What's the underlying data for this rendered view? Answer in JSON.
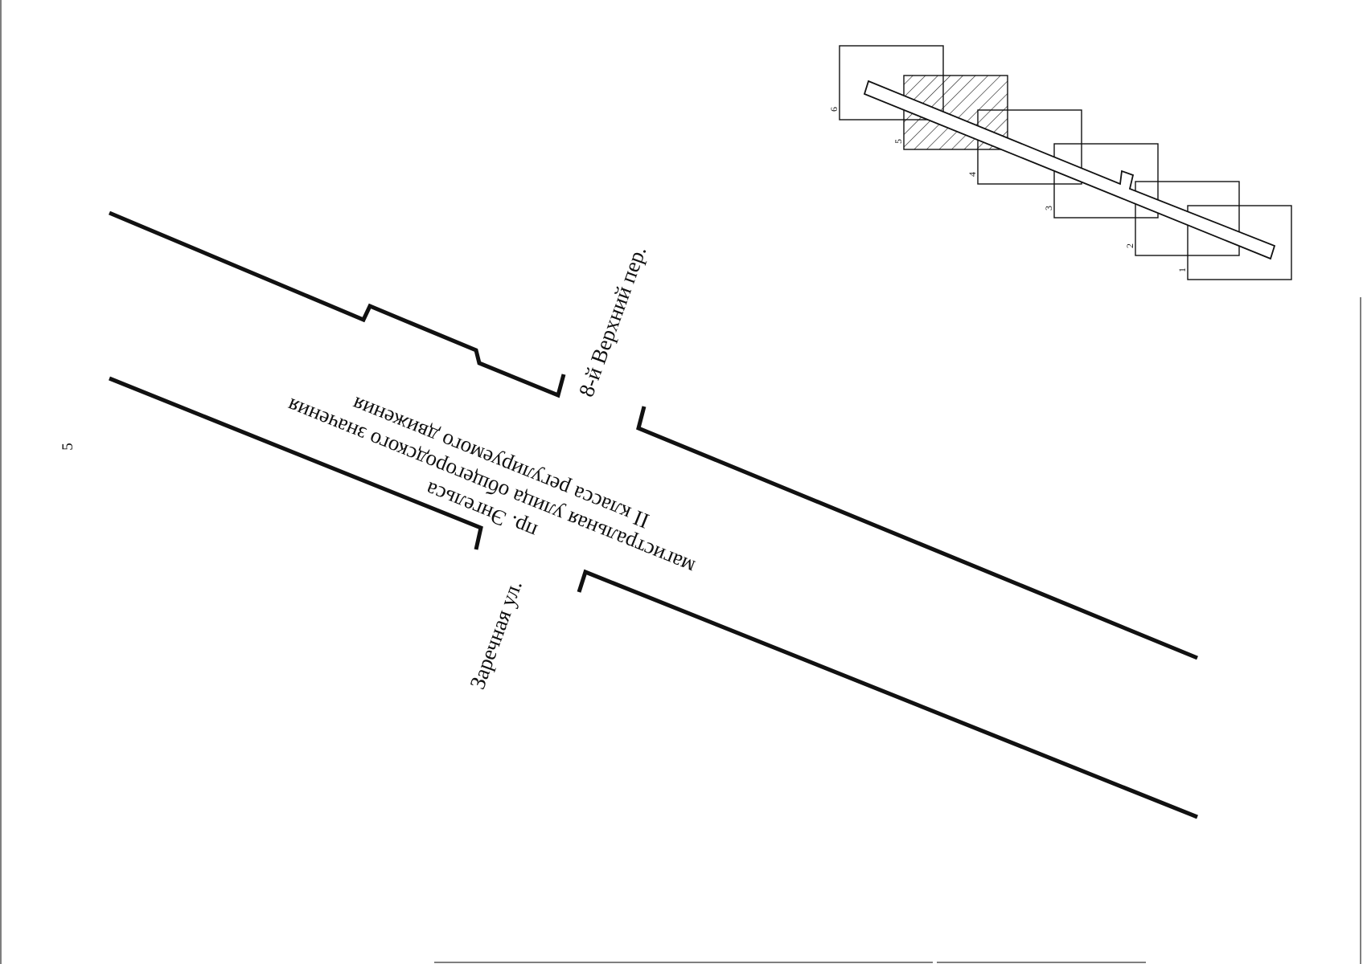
{
  "page": {
    "page_number": "5"
  },
  "main_road": {
    "name": "пр. Энгельса",
    "class_line1": "магистральная улица общегородского значения",
    "class_line2": "II класса регулируемого движения"
  },
  "cross_streets": {
    "upper": "8-й Верхний пер.",
    "lower": "Заречная ул."
  },
  "key_map": {
    "sheets": [
      "1",
      "2",
      "3",
      "4",
      "5",
      "6"
    ],
    "current_sheet": "5"
  }
}
